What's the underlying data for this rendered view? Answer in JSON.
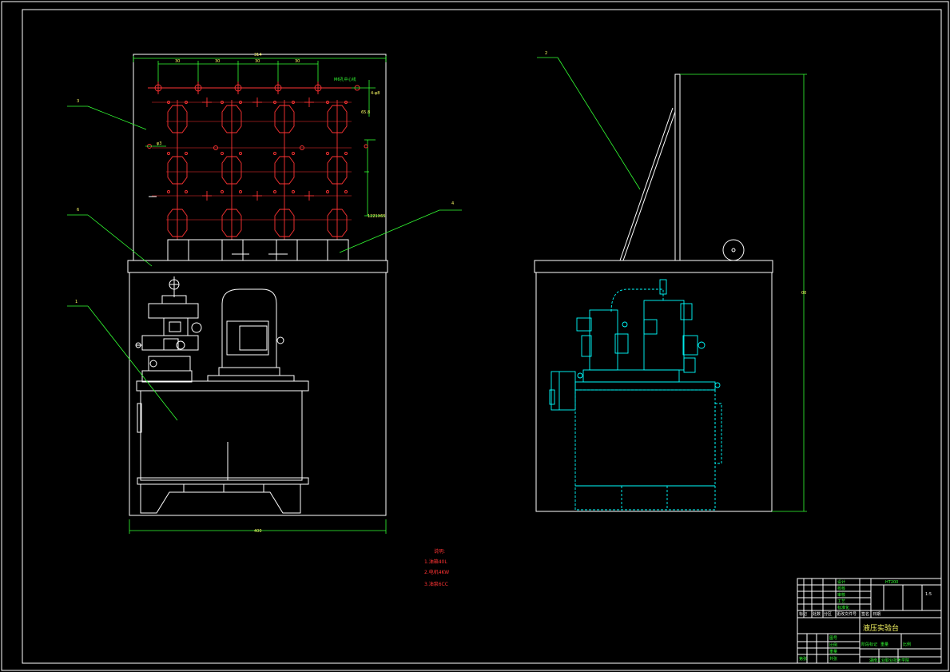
{
  "drawing": {
    "dimensions": {
      "overall_width": "314",
      "hole_spacing": [
        "30",
        "30",
        "30",
        "30"
      ],
      "right_callout_1": "4-φ8",
      "right_callout_2": "65.8",
      "right_callout_3": "1221X65",
      "top_right_label": "M6孔中心线",
      "side_small": "φ3",
      "bottom_width": "400",
      "right_height": "00"
    },
    "leader_numbers": [
      "2",
      "3",
      "6",
      "4",
      "1"
    ],
    "notes": {
      "heading": "说明:",
      "items": [
        "1.油箱40L",
        "2.电机4KW",
        "3.油泵6CC"
      ]
    },
    "title_block": {
      "drawing_title": "液压实验台",
      "material_code": "HT200",
      "scale": "1:5",
      "rows_left": [
        "设计",
        "校核",
        "审核",
        "工艺",
        "标准化"
      ],
      "rows_right": [
        "图号",
        "比例",
        "重量",
        "共张",
        "第张"
      ],
      "footer": [
        "标记",
        "处数",
        "分区",
        "更改文件号",
        "签名",
        "日期"
      ],
      "bottom_text": "湖南工业职业技术学院",
      "mini_labels": [
        "阶段标记",
        "重量",
        "比例"
      ]
    }
  }
}
